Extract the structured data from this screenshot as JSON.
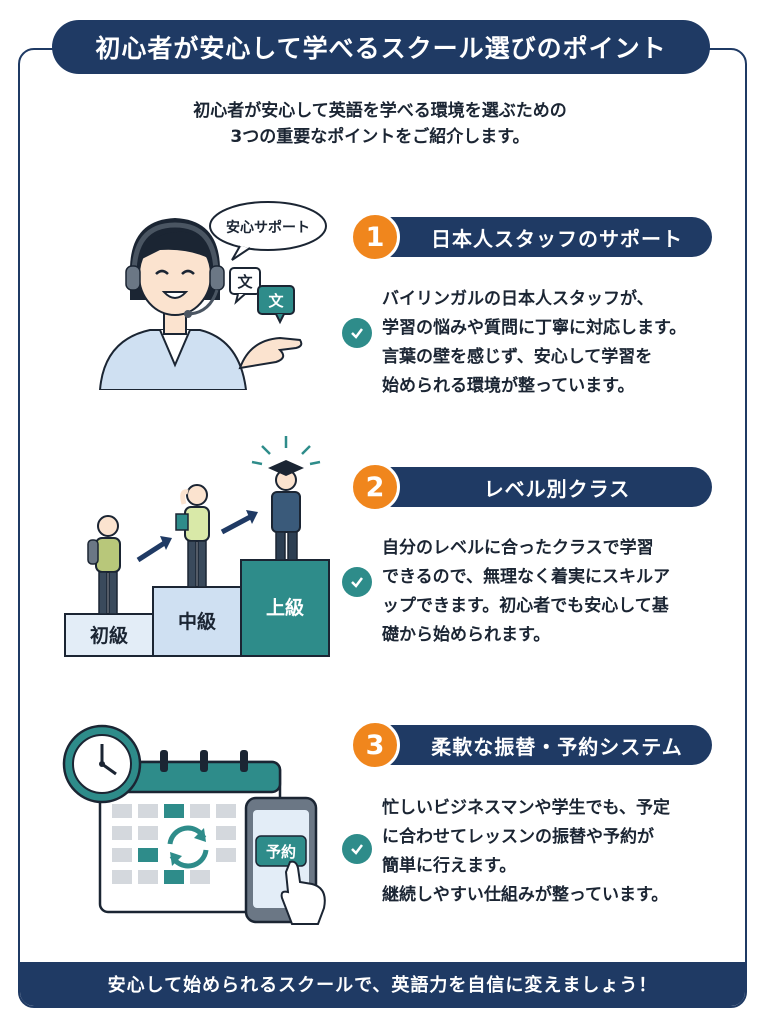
{
  "title": "初心者が安心して学べるスクール選びのポイント",
  "intro": {
    "line1": "初心者が安心して英語を学べる環境を選ぶための",
    "line2": "3つの重要なポイントをご紹介します。"
  },
  "points": [
    {
      "number": "1",
      "heading": "日本人スタッフのサポート",
      "lines": [
        "バイリンガルの日本人スタッフが、",
        "学習の悩みや質問に丁寧に対応します。",
        "言葉の壁を感じず、安心して学習を",
        "始められる環境が整っています。"
      ],
      "illustration": {
        "speech_bubble": "安心サポート",
        "bubble_char_1": "文",
        "bubble_char_2": "文"
      }
    },
    {
      "number": "2",
      "heading": "レベル別クラス",
      "lines": [
        "自分のレベルに合ったクラスで学習",
        "できるので、無理なく着実にスキルア",
        "ップできます。初心者でも安心して基",
        "礎から始められます。"
      ],
      "illustration": {
        "step_1": "初級",
        "step_2": "中級",
        "step_3": "上級"
      }
    },
    {
      "number": "3",
      "heading": "柔軟な振替・予約システム",
      "lines": [
        "忙しいビジネスマンや学生でも、予定",
        "に合わせてレッスンの振替や予約が",
        "簡単に行えます。",
        "継続しやすい仕組みが整っています。"
      ],
      "illustration": {
        "phone_button": "予約"
      }
    }
  ],
  "footer": "安心して始められるスクールで、英語力を自信に変えましょう！",
  "colors": {
    "navy": "#1f3a64",
    "orange": "#f0861d",
    "teal": "#2e8c8a",
    "light_blue": "#cfe0f2",
    "pale_blue": "#e3edf7"
  },
  "icons": [
    "headset-staff-illustration",
    "level-steps-illustration",
    "calendar-clock-phone-illustration",
    "check-icon"
  ]
}
